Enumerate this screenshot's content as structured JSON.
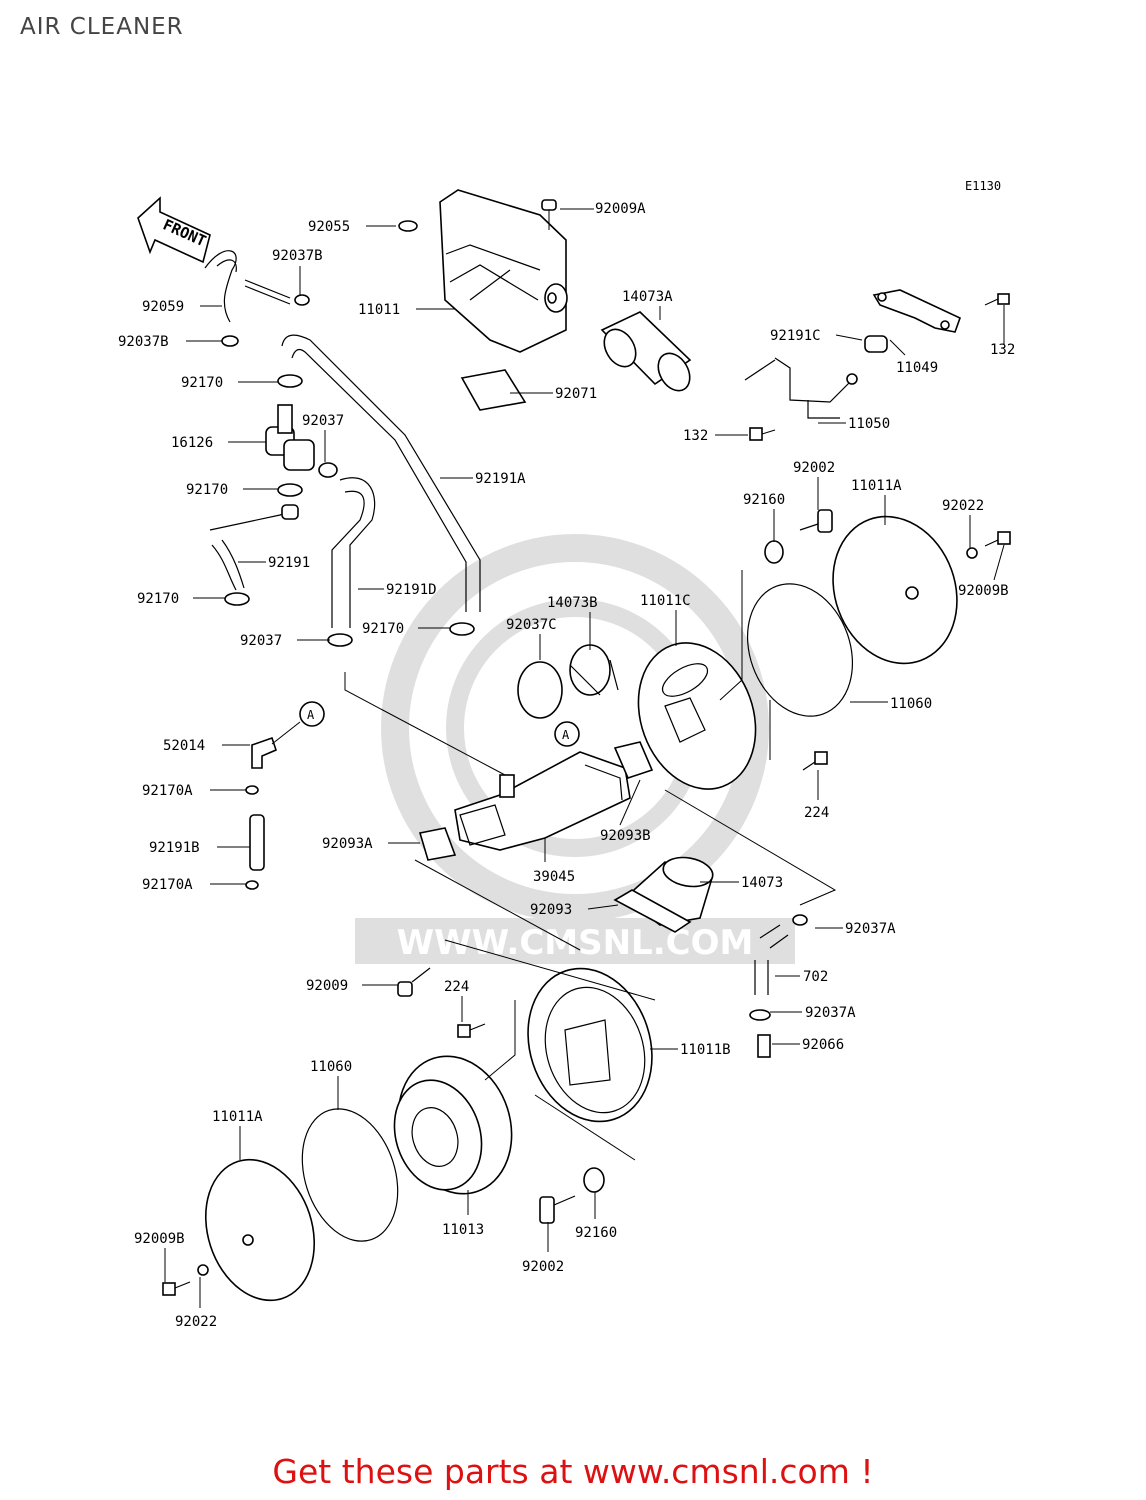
{
  "page": {
    "title": "AIR CLEANER"
  },
  "diagram": {
    "ref_code": "E1130",
    "front_label": "FRONT",
    "ref_marker": "A",
    "watermark_text": "WWW.CMSNL.COM",
    "callouts": [
      "92055",
      "92009A",
      "92037B",
      "92059",
      "92037B",
      "11011",
      "14073A",
      "92071",
      "92170",
      "16126",
      "92037",
      "92191A",
      "92170",
      "92191",
      "92170",
      "92191D",
      "92170",
      "92037",
      "14073B",
      "92037C",
      "11011C",
      "92191C",
      "11049",
      "132",
      "132",
      "11050",
      "92002",
      "92160",
      "11011A",
      "92022",
      "92009B",
      "11060",
      "224",
      "52014",
      "92170A",
      "92191B",
      "92170A",
      "92093A",
      "39045",
      "92093B",
      "14073",
      "92093",
      "92037A",
      "702",
      "92037A",
      "92066",
      "92009",
      "224",
      "11011B",
      "11060",
      "11011A",
      "11013",
      "92160",
      "92002",
      "92009B",
      "92022"
    ]
  },
  "footer": {
    "cta": "Get these parts at www.cmsnl.com !"
  }
}
